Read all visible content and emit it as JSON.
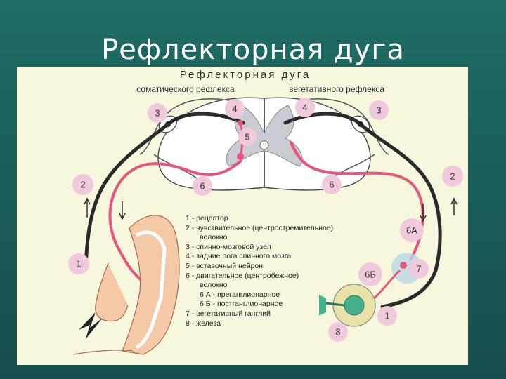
{
  "slide": {
    "title": "Рефлекторная дуга"
  },
  "diagram": {
    "heading": "Рефлекторная   дуга",
    "subtitle_left": "соматического рефлекса",
    "subtitle_right": "вегетативного рефлекса",
    "markers": {
      "m3_left": "3",
      "m4_left": "4",
      "m5": "5",
      "m4_right": "4",
      "m3_right": "3",
      "m2_left": "2",
      "m6_left": "6",
      "m6_right": "6",
      "m2_right": "2",
      "m1_left": "1",
      "m6a": "6А",
      "m6b": "6Б",
      "m7": "7",
      "m1_right": "1",
      "m8": "8"
    },
    "legend": [
      "1 - рецептор",
      "2 - чувствительное (центростремительное)",
      "волокно",
      "3 - спинно-мозговой узел",
      "4 - задние рога спинного мозга",
      "5 - вставочный нейрон",
      "6 - двигательное (центробежное)",
      "волокно",
      "6 А - преганглионарное",
      "6 Б - постганглионарное",
      "7 - вегетативный ганглий",
      "8 - железа"
    ]
  },
  "colors": {
    "background": "#1b5f5a",
    "panel": "#f6f7dc",
    "sensory_fiber": "#2a2a2a",
    "motor_fiber": "#e8557a",
    "marker": "#f1c9dc"
  }
}
